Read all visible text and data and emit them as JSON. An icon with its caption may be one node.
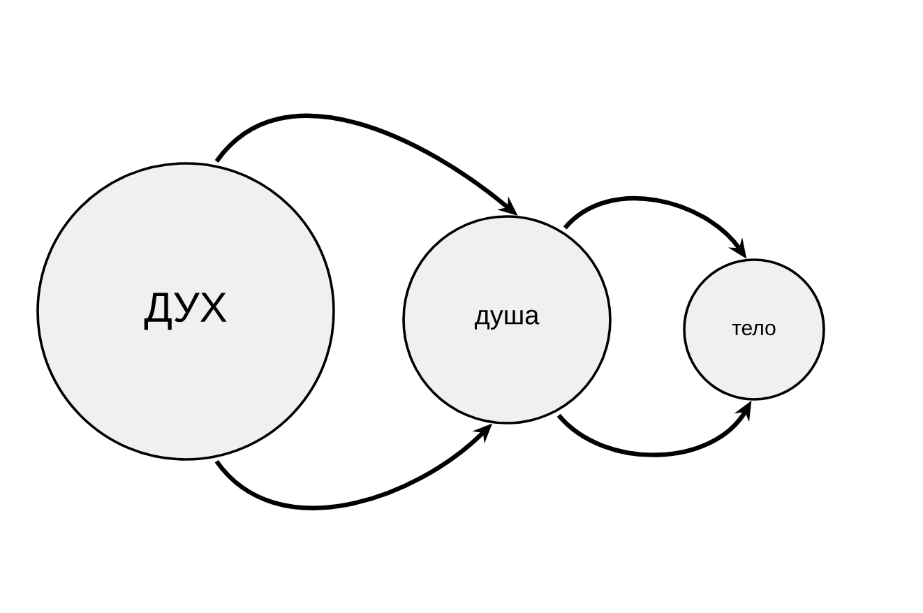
{
  "diagram": {
    "nodes": [
      {
        "text": [
          "ДУХ"
        ]
      },
      {
        "text": [
          "душа"
        ]
      },
      {
        "text": [
          "тело"
        ]
      }
    ],
    "edges": [
      {
        "from": 0,
        "to": 1,
        "arrow": "to"
      },
      {
        "from": 0,
        "to": 1,
        "arrow": "to"
      },
      {
        "from": 1,
        "to": 2,
        "arrow": "to"
      },
      {
        "from": 1,
        "to": 2,
        "arrow": "to"
      }
    ]
  }
}
